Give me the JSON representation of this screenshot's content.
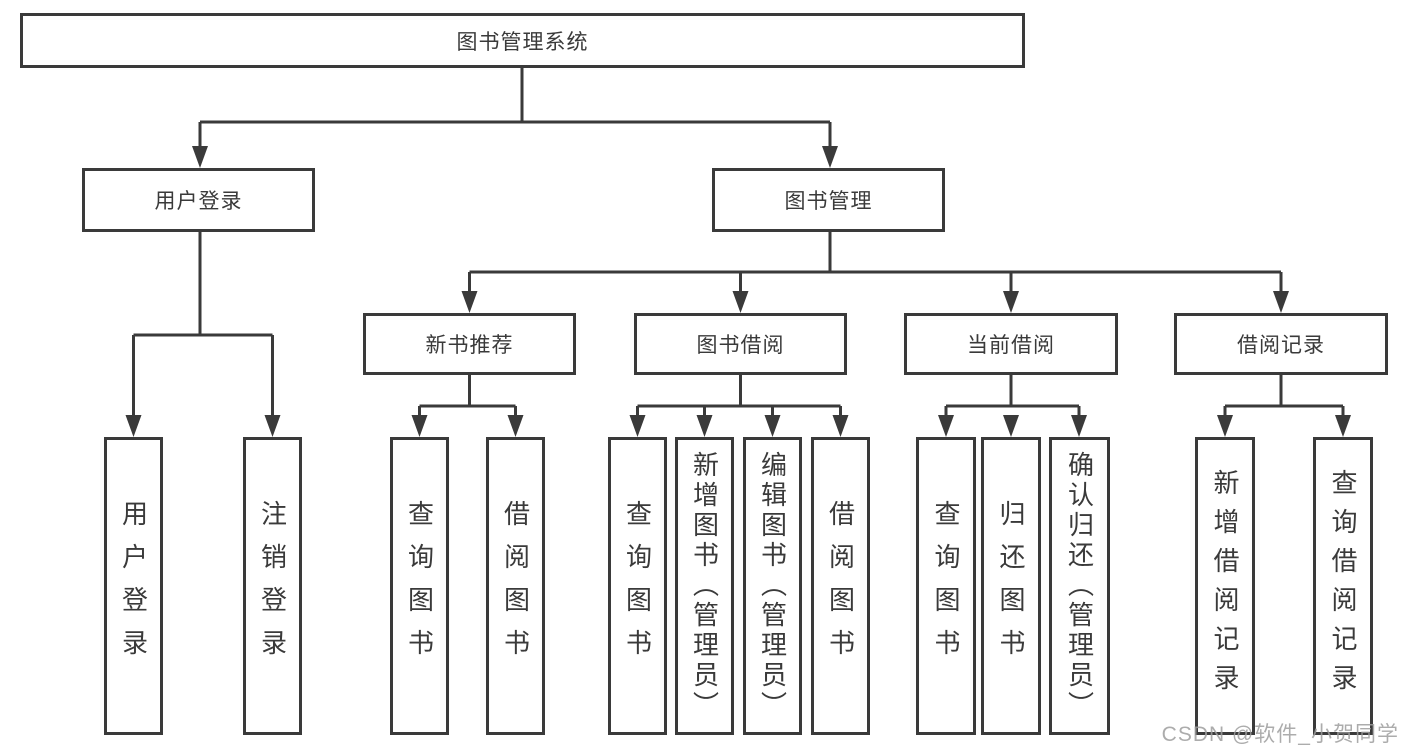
{
  "diagram": {
    "root": {
      "label": "图书管理系统"
    },
    "branches": [
      {
        "label": "用户登录",
        "children": [
          {
            "label": "用户登录"
          },
          {
            "label": "注销登录"
          }
        ]
      },
      {
        "label": "图书管理",
        "children": [
          {
            "label": "新书推荐",
            "children": [
              {
                "label": "查询图书"
              },
              {
                "label": "借阅图书"
              }
            ]
          },
          {
            "label": "图书借阅",
            "children": [
              {
                "label": "查询图书"
              },
              {
                "label": "新增图书（管理员）"
              },
              {
                "label": "编辑图书（管理员）"
              },
              {
                "label": "借阅图书"
              }
            ]
          },
          {
            "label": "当前借阅",
            "children": [
              {
                "label": "查询图书"
              },
              {
                "label": "归还图书"
              },
              {
                "label": "确认归还（管理员）"
              }
            ]
          },
          {
            "label": "借阅记录",
            "children": [
              {
                "label": "新增借阅记录"
              },
              {
                "label": "查询借阅记录"
              }
            ]
          }
        ]
      }
    ]
  },
  "watermark": {
    "text": "CSDN @软件_小贺同学"
  },
  "colors": {
    "line": "#3a3a3a",
    "box_border": "#3a3a3a",
    "text": "#333333",
    "background": "#ffffff",
    "watermark": "#9e9e9e"
  }
}
